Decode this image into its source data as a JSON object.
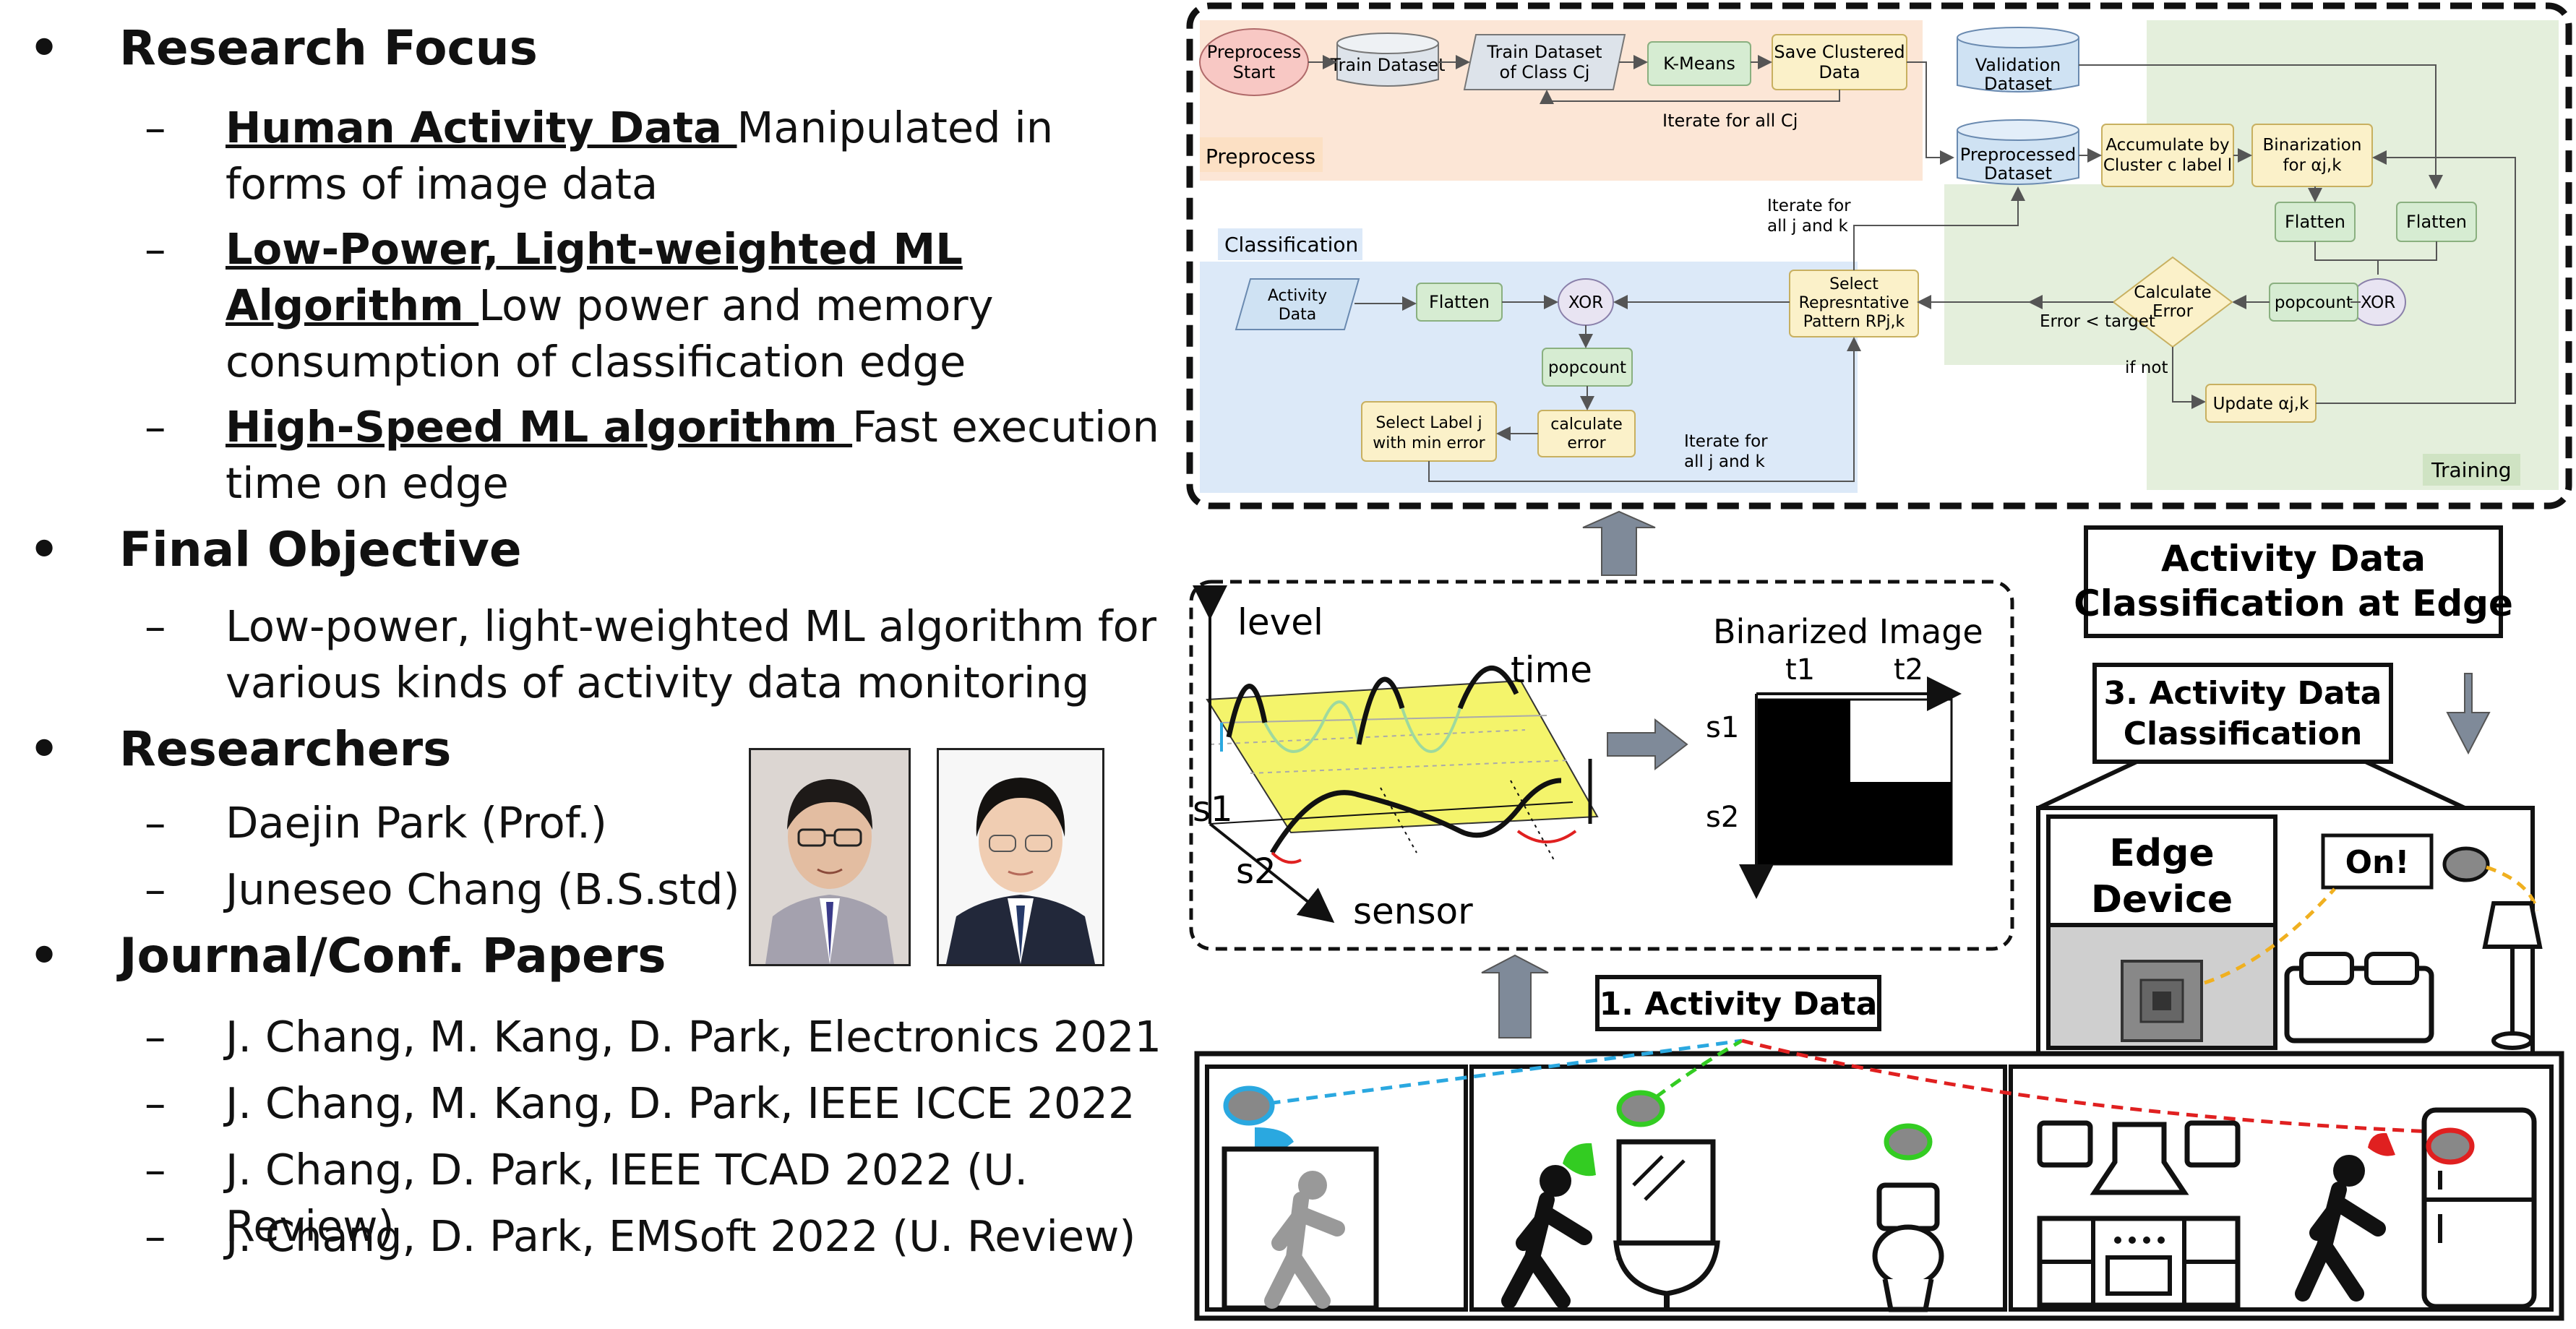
{
  "sections": {
    "research_focus": {
      "title": "Research Focus",
      "items": [
        {
          "head": "Human Activity Data ",
          "text": "Manipulated in forms of image data"
        },
        {
          "head": "Low-Power, Light-weighted ML Algorithm ",
          "text": "Low power and memory consumption of classification edge"
        },
        {
          "head": "High-Speed ML algorithm ",
          "text": "Fast execution time on edge"
        }
      ]
    },
    "final_objective": {
      "title": "Final Objective",
      "items": [
        "Low-power, light-weighted ML algorithm for various kinds of activity data monitoring"
      ]
    },
    "researchers": {
      "title": "Researchers",
      "items": [
        "Daejin Park (Prof.)",
        "Juneseo Chang (B.S.std)"
      ]
    },
    "papers": {
      "title": "Journal/Conf. Papers",
      "items": [
        "J. Chang, M. Kang, D. Park, Electronics 2021",
        "J. Chang, M. Kang, D. Park, IEEE ICCE 2022",
        "J. Chang, D. Park, IEEE TCAD 2022 (U. Review)",
        "J. Chang, D. Park, EMSoft 2022 (U. Review)"
      ]
    }
  },
  "bullet": "•",
  "dash": "–",
  "flow": {
    "preprocess_label": "Preprocess",
    "classification_label": "Classification",
    "training_label": "Training",
    "nodes": {
      "preprocess_start": [
        "Preprocess",
        "Start"
      ],
      "train_dataset": "Train Dataset",
      "train_dataset_class": [
        "Train Dataset",
        "of Class Cj"
      ],
      "kmeans": "K-Means",
      "save_clustered": [
        "Save Clustered",
        "Data"
      ],
      "validation_dataset": [
        "Validation",
        "Dataset"
      ],
      "preprocessed_dataset": [
        "Preprocessed",
        "Dataset"
      ],
      "accumulate": [
        "Accumulate by",
        "Cluster c label l"
      ],
      "binarization": [
        "Binarization",
        "for αj,k"
      ],
      "flatten": "Flatten",
      "xor": "XOR",
      "popcount": "popcount",
      "calculate_error": [
        "Calculate",
        "Error"
      ],
      "select_rp": [
        "Select",
        "Represntative",
        "Pattern RPj,k"
      ],
      "update": "Update αj,k",
      "activity_data": [
        "Activity",
        "Data"
      ],
      "calculate_error_small": [
        "calculate",
        "error"
      ],
      "select_label": [
        "Select Label j",
        "with min error"
      ]
    },
    "edge_labels": {
      "iterate_cj": "Iterate for all Cj",
      "iterate_jk": [
        "Iterate for",
        "all j and k"
      ],
      "error_target": "Error < target",
      "if_not": "if not",
      "iterate_jk2": [
        "Iterate for",
        "all j and k"
      ]
    }
  },
  "sensor": {
    "level": "level",
    "time": "time",
    "s1": "s1",
    "s2": "s2",
    "sensor": "sensor",
    "binarized_title": "Binarized Image",
    "t1": "t1",
    "t2": "t2"
  },
  "house": {
    "title": [
      "Activity Data",
      "Classification at Edge"
    ],
    "step3": [
      "3. Activity Data",
      "Classification"
    ],
    "step1": "1. Activity Data",
    "edge_device": [
      "Edge",
      "Device"
    ],
    "on": "On!"
  },
  "colors": {
    "preprocess_bg": "#fce6d6",
    "classification_bg": "#dce9f8",
    "training_bg": "#e4efdc",
    "node_yellow": "#fbf1c9",
    "node_green": "#d6ecd2",
    "node_blue": "#cfe2f3",
    "node_gray": "#dde3ea",
    "node_red": "#f8c8c4",
    "plane_yellow": "#f4f46b",
    "sensor_blue": "#2aa8e0",
    "sensor_green": "#33cc22",
    "sensor_red": "#e02020"
  }
}
